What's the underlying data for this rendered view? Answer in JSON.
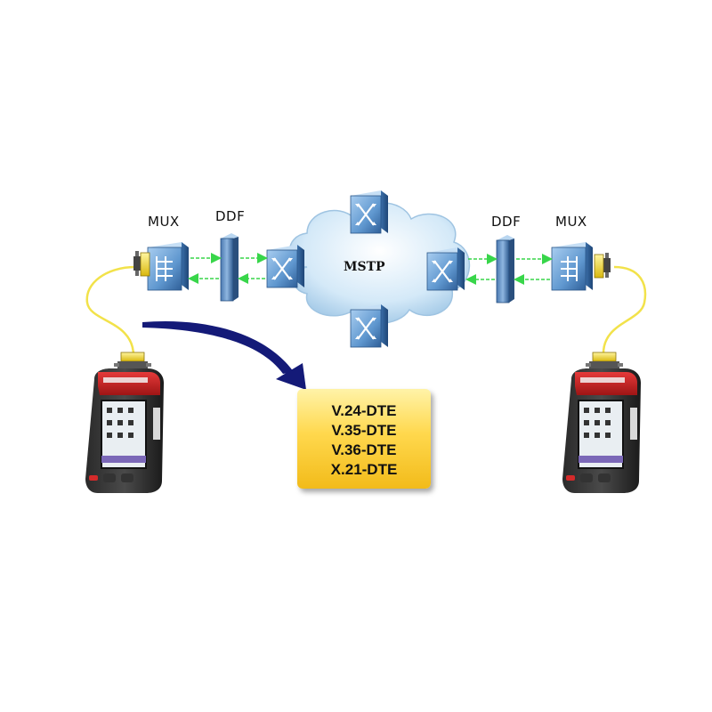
{
  "diagram": {
    "labels": {
      "mux_left": "MUX",
      "ddf_left": "DDF",
      "ddf_right": "DDF",
      "mux_right": "MUX",
      "network": "MSTP"
    },
    "protocols": [
      "V.24-DTE",
      "V.35-DTE",
      "V.36-DTE",
      "X.21-DTE"
    ],
    "colors": {
      "cable": "#f2e24a",
      "link_arrow": "#38d64a",
      "cloud": "#cfe6f7",
      "device_blue": "#6aa2d6",
      "callout_arrow": "#141a78",
      "protocol_box": "#ffd84d",
      "tester_red": "#d42a2a"
    }
  }
}
